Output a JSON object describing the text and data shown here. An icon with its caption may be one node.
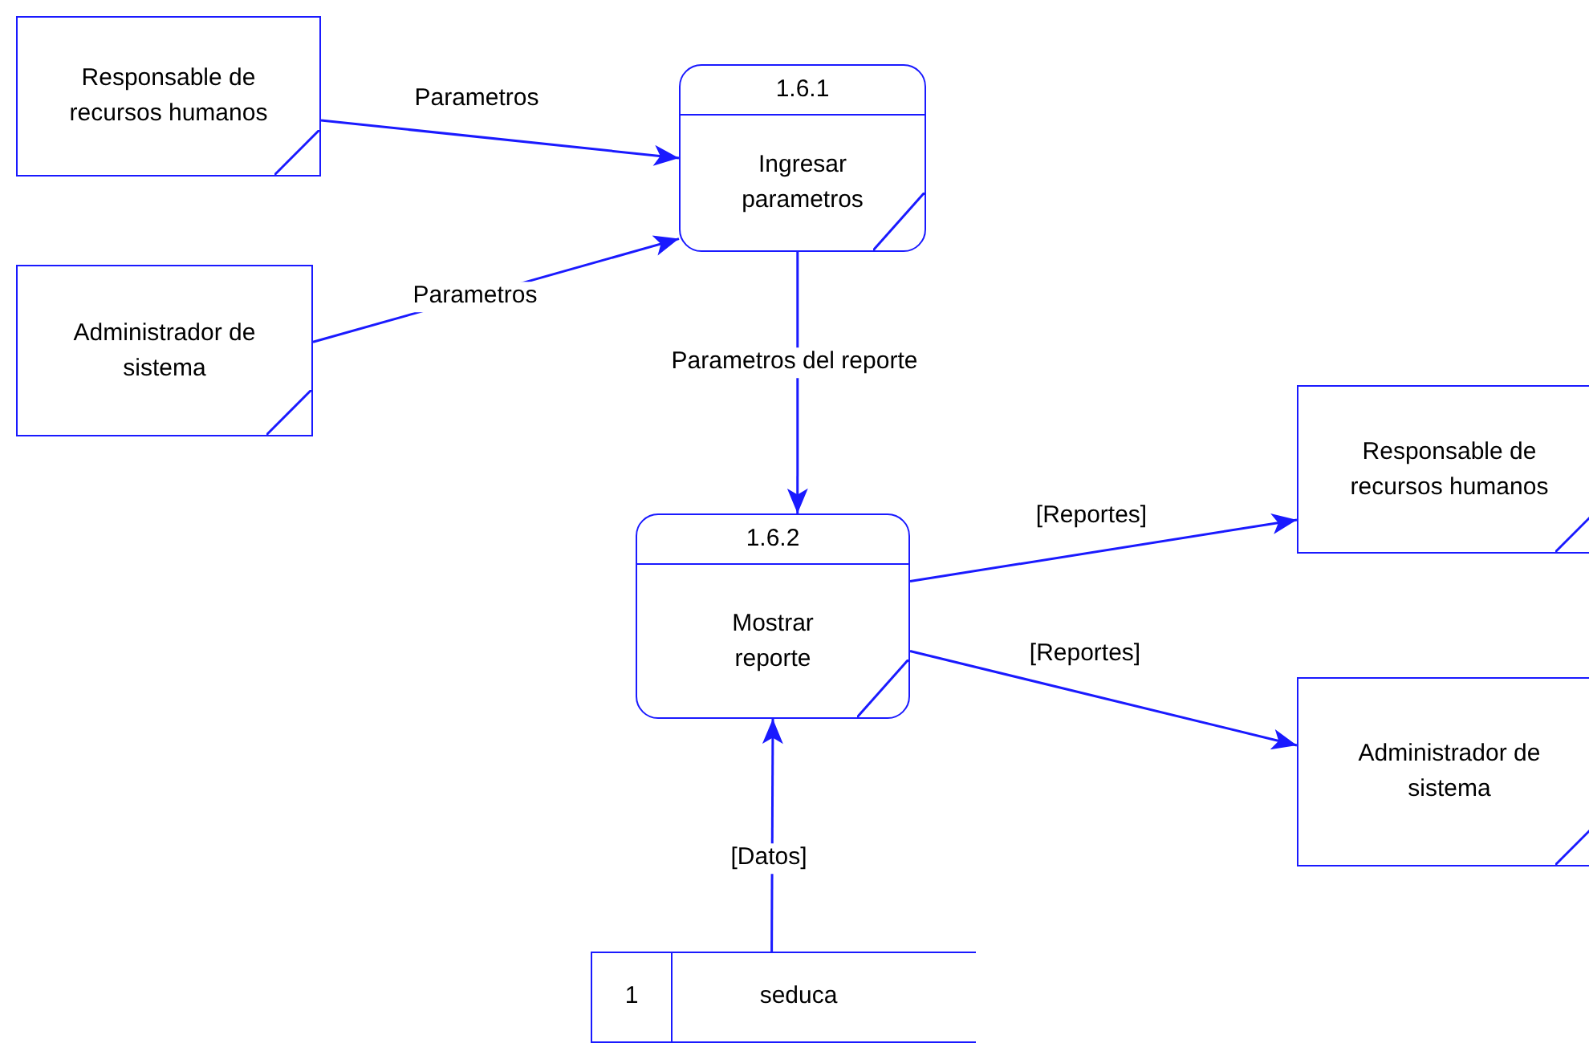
{
  "diagram": {
    "nodes": [
      {
        "text": [
          "Responsable de recursos humanos"
        ]
      },
      {
        "text": [
          "1.6.1",
          "Ingresar parametros"
        ]
      },
      {
        "text": [
          "Administrador de sistema"
        ]
      },
      {
        "text": [
          "1.6.2",
          "Mostrar reporte"
        ]
      },
      {
        "text": [
          "Responsable de recursos humanos"
        ]
      },
      {
        "text": [
          "Administrador de sistema"
        ]
      },
      {
        "text": [
          "1",
          "seduca"
        ]
      }
    ],
    "edges": [
      {
        "from": 0,
        "to": 1,
        "arrow": "to",
        "label": "Parametros"
      },
      {
        "from": 2,
        "to": 1,
        "arrow": "to",
        "label": "Parametros"
      },
      {
        "from": 1,
        "to": 3,
        "arrow": "to",
        "label": "Parametros del reporte"
      },
      {
        "from": 3,
        "to": 4,
        "arrow": "to",
        "label": "[Reportes]"
      },
      {
        "from": 3,
        "to": 5,
        "arrow": "to",
        "label": "[Reportes]"
      },
      {
        "from": 6,
        "to": 3,
        "arrow": "to",
        "label": "[Datos]"
      }
    ]
  }
}
